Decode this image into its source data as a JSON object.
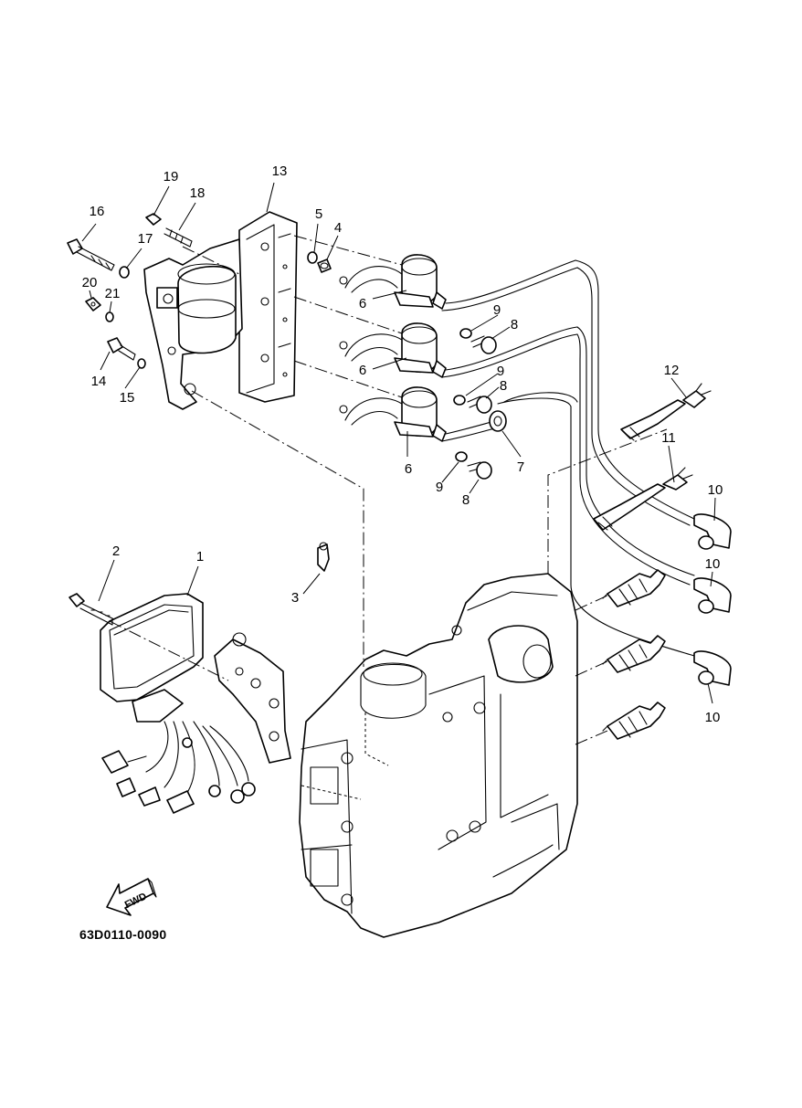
{
  "diagram": {
    "document_code": "63D0110-0090",
    "direction_marker": "FWD",
    "callouts": [
      {
        "id": "c1",
        "text": "1"
      },
      {
        "id": "c2",
        "text": "2"
      },
      {
        "id": "c3",
        "text": "3"
      },
      {
        "id": "c4",
        "text": "4"
      },
      {
        "id": "c5",
        "text": "5"
      },
      {
        "id": "c6a",
        "text": "6"
      },
      {
        "id": "c6b",
        "text": "6"
      },
      {
        "id": "c6c",
        "text": "6"
      },
      {
        "id": "c7",
        "text": "7"
      },
      {
        "id": "c8a",
        "text": "8"
      },
      {
        "id": "c8b",
        "text": "8"
      },
      {
        "id": "c8c",
        "text": "8"
      },
      {
        "id": "c9a",
        "text": "9"
      },
      {
        "id": "c9b",
        "text": "9"
      },
      {
        "id": "c9c",
        "text": "9"
      },
      {
        "id": "c10a",
        "text": "10"
      },
      {
        "id": "c10b",
        "text": "10"
      },
      {
        "id": "c10c",
        "text": "10"
      },
      {
        "id": "c11",
        "text": "11"
      },
      {
        "id": "c12",
        "text": "12"
      },
      {
        "id": "c13",
        "text": "13"
      },
      {
        "id": "c14",
        "text": "14"
      },
      {
        "id": "c15",
        "text": "15"
      },
      {
        "id": "c16",
        "text": "16"
      },
      {
        "id": "c17",
        "text": "17"
      },
      {
        "id": "c18",
        "text": "18"
      },
      {
        "id": "c19",
        "text": "19"
      },
      {
        "id": "c20",
        "text": "20"
      },
      {
        "id": "c21",
        "text": "21"
      }
    ]
  }
}
